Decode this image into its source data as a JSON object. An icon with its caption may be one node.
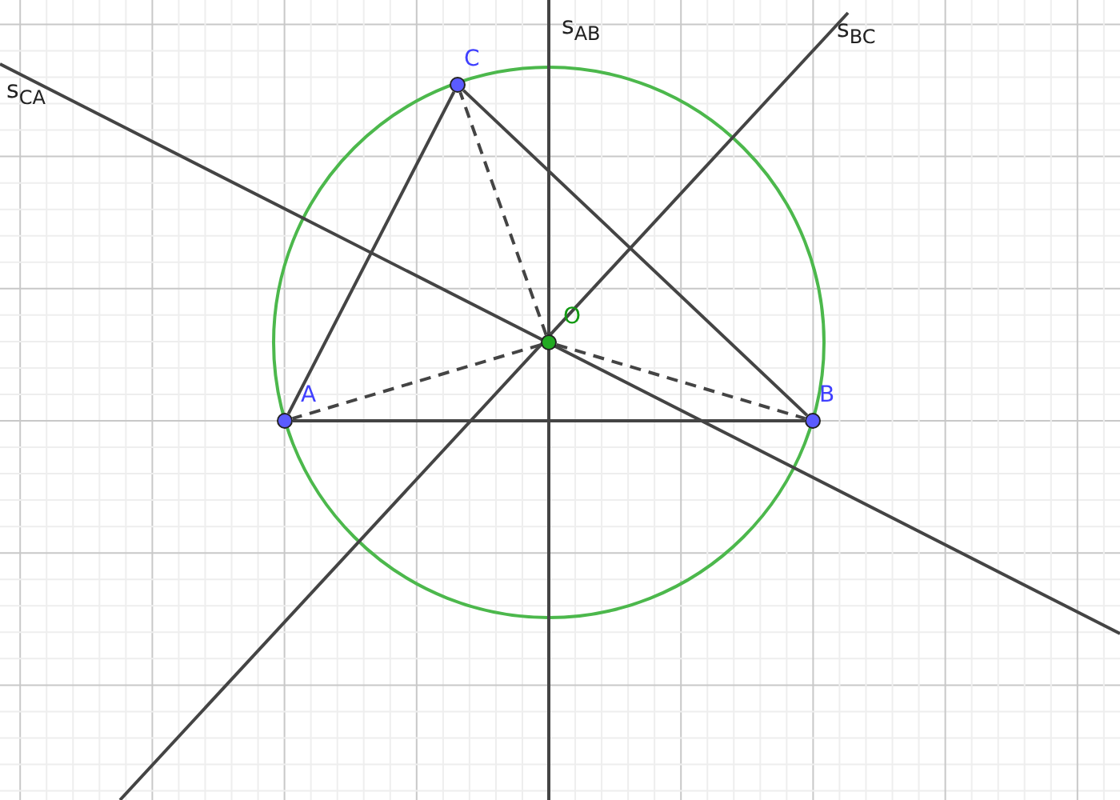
{
  "diagram": {
    "nodes": [
      {
        "text": [],
        "shape": "circle",
        "beside": [
          "A"
        ]
      },
      {
        "text": [],
        "shape": "circle",
        "beside": [
          "B"
        ]
      },
      {
        "text": [],
        "shape": "circle",
        "beside": [
          "C"
        ]
      },
      {
        "text": [],
        "shape": "circle",
        "beside": [
          "O"
        ]
      }
    ],
    "edges": [
      {
        "from": 0,
        "to": 1,
        "arrow": "none"
      },
      {
        "from": 1,
        "to": 2,
        "arrow": "none"
      },
      {
        "from": 2,
        "to": 0,
        "arrow": "none"
      },
      {
        "from": 3,
        "to": 0,
        "arrow": "none",
        "style": "dashed"
      },
      {
        "from": 3,
        "to": 1,
        "arrow": "none",
        "style": "dashed"
      },
      {
        "from": 3,
        "to": 2,
        "arrow": "none",
        "style": "dashed"
      }
    ],
    "labels": [
      "s$_{AB}$",
      "s$_{BC}$",
      "s$_{CA}$"
    ]
  }
}
